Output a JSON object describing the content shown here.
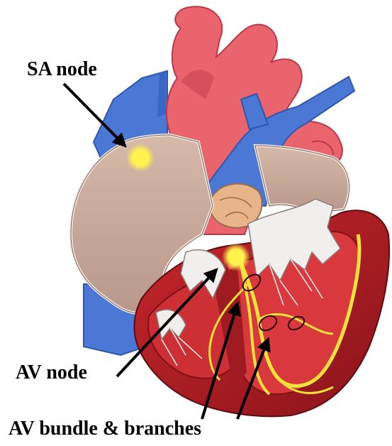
{
  "labels": {
    "sa_node": "SA node",
    "av_node": "AV node",
    "av_bundle": "AV bundle & branches"
  },
  "colors": {
    "aorta": "#e9646d",
    "aorta_shadow": "#c94150",
    "vena_cava": "#4a78d4",
    "vena_cava_dark": "#2f57b0",
    "atrium": "#c6a898",
    "atrium_shadow": "#a8877a",
    "ventricle_wall": "#b01e24",
    "ventricle_dark": "#7e1116",
    "valve": "#f1efee",
    "conduction": "#f2e33a",
    "node_glow": "#fff24a",
    "background": "#ffffff"
  },
  "icons": {
    "arrows": "arrow-pointer"
  }
}
